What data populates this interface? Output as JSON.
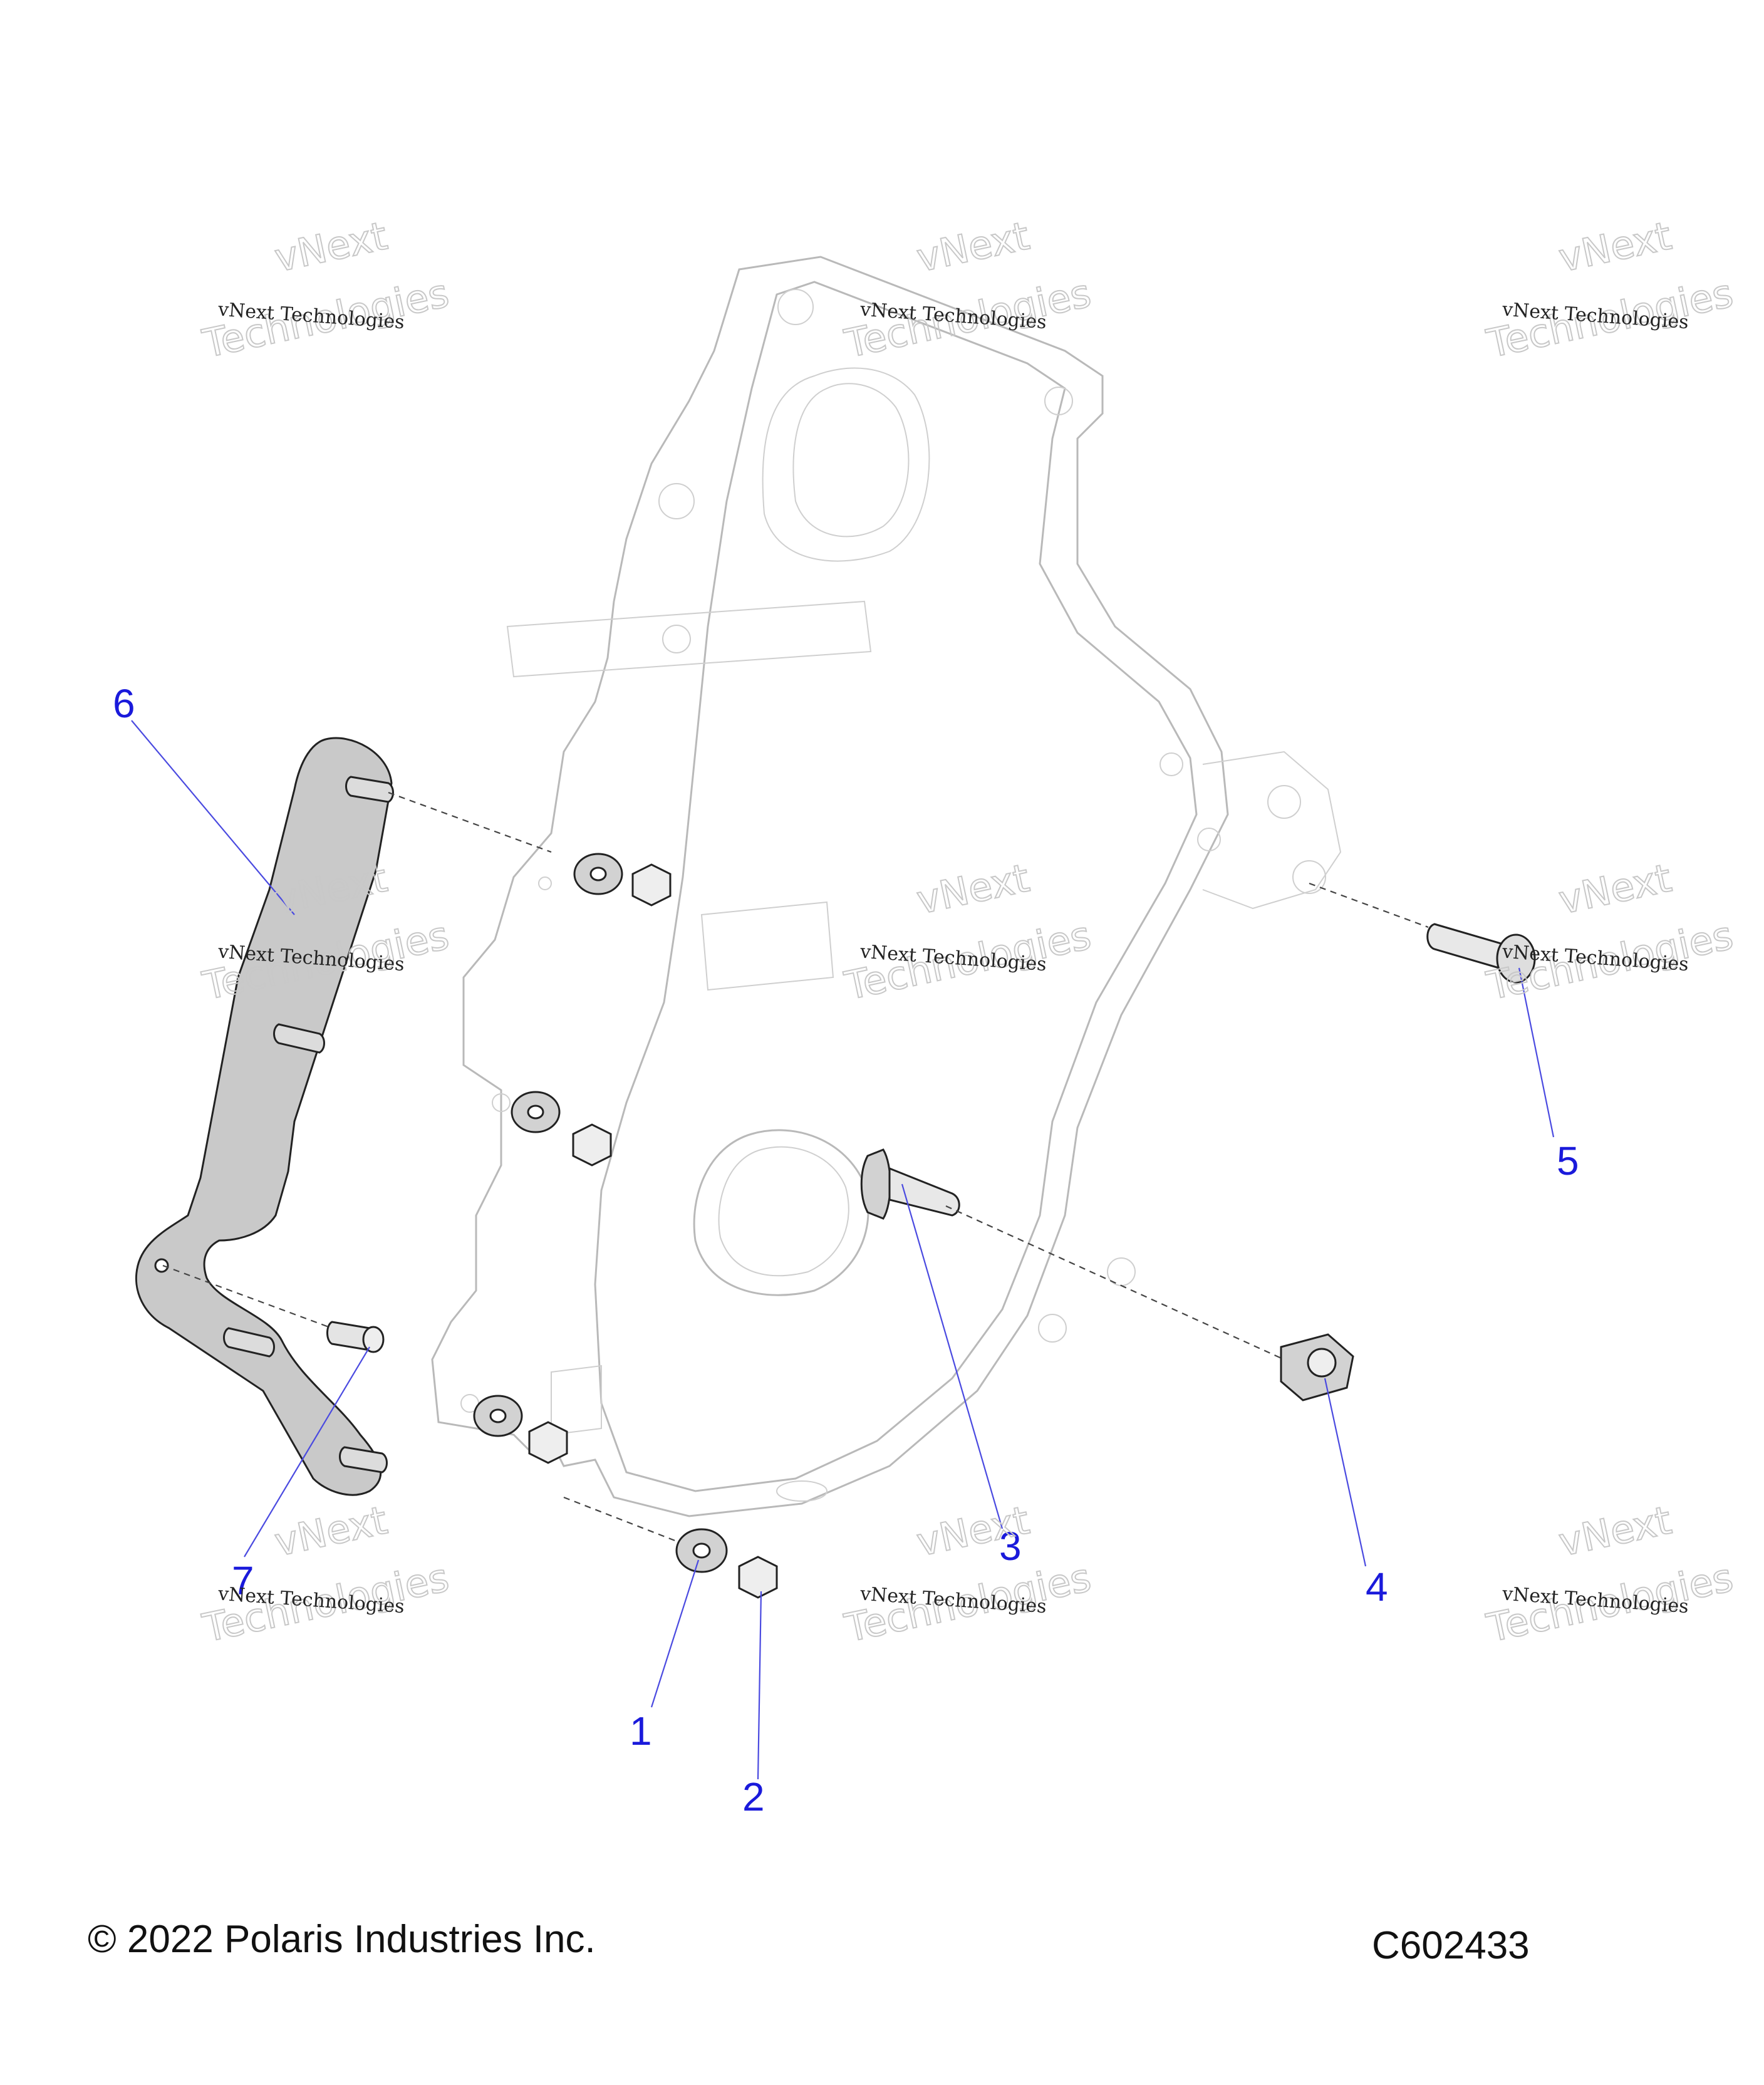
{
  "diagram": {
    "callouts": [
      {
        "number": "1",
        "part": "washer"
      },
      {
        "number": "2",
        "part": "nut"
      },
      {
        "number": "3",
        "part": "stud"
      },
      {
        "number": "4",
        "part": "flange-nut"
      },
      {
        "number": "5",
        "part": "torx-bolt"
      },
      {
        "number": "6",
        "part": "bracket-plate"
      },
      {
        "number": "7",
        "part": "pin-bolt"
      }
    ],
    "watermark": {
      "line1": "vNext Technologies",
      "line2": "vNext",
      "line3": "Technologies"
    },
    "colors": {
      "callout": "#1a1adb",
      "leader": "#4a4ae0",
      "part_fill": "#c9c9c9",
      "ghost": "#b9b9b9"
    }
  },
  "footer": {
    "copyright": "© 2022 Polaris Industries Inc.",
    "drawing_id": "C602433"
  }
}
